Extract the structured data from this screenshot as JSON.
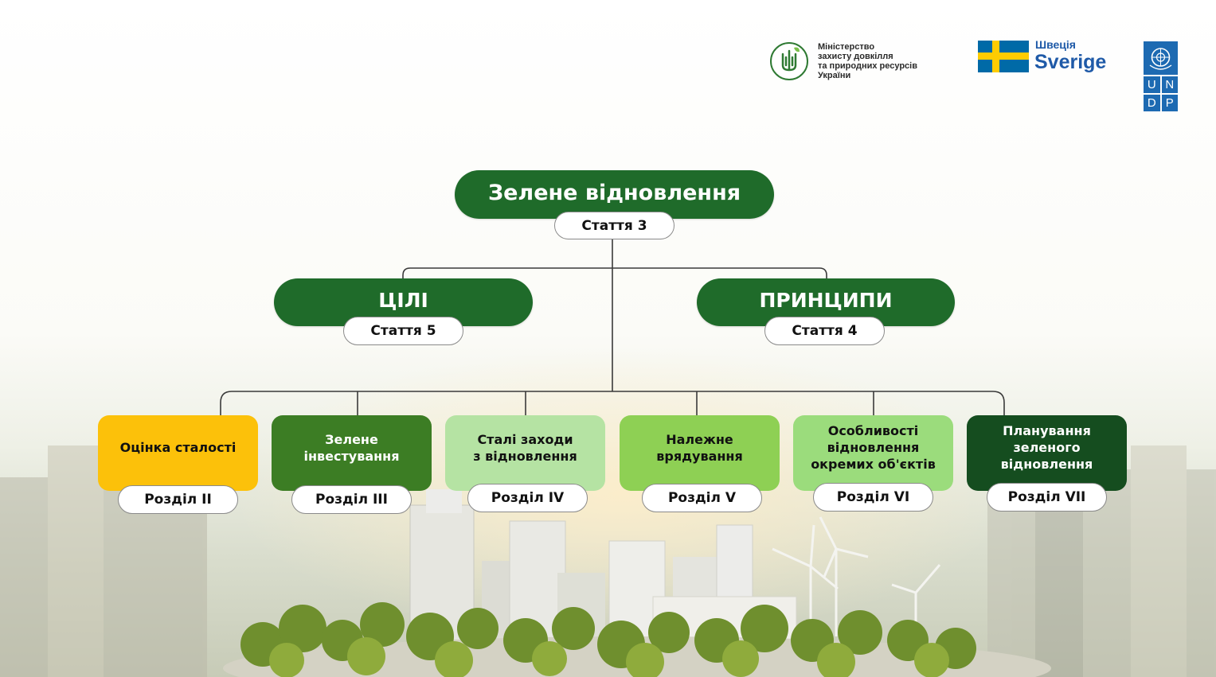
{
  "header": {
    "ministry_name": "Міністерство\nзахисту довкілля\nта природних ресурсів\nУкраїни",
    "sweden_label_uk": "Швеція",
    "sweden_label_se": "Sverige",
    "undp_letters": [
      "U",
      "N",
      "D",
      "P"
    ]
  },
  "diagram": {
    "root": {
      "title": "Зелене відновлення",
      "ref": "Стаття 3"
    },
    "goals": {
      "title": "ЦІЛІ",
      "ref": "Стаття 5"
    },
    "principles": {
      "title": "ПРИНЦИПИ",
      "ref": "Стаття 4"
    },
    "sections": [
      {
        "title": "Оцінка сталості",
        "ref": "Розділ II",
        "color": "#fcc10a",
        "text_color": "#111111"
      },
      {
        "title": "Зелене\nінвестування",
        "ref": "Розділ III",
        "color": "#3c7d24",
        "text_color": "#ffffff"
      },
      {
        "title": "Сталі заходи\nз відновлення",
        "ref": "Розділ IV",
        "color": "#b5e3a3",
        "text_color": "#111111"
      },
      {
        "title": "Належне\nврядування",
        "ref": "Розділ V",
        "color": "#8ed054",
        "text_color": "#111111"
      },
      {
        "title": "Особливості\nвідновлення\nокремих об'єктів",
        "ref": "Розділ VI",
        "color": "#9bdc7c",
        "text_color": "#111111"
      },
      {
        "title": "Планування\nзеленого\nвідновлення",
        "ref": "Розділ VII",
        "color": "#154d1f",
        "text_color": "#ffffff"
      }
    ]
  },
  "colors": {
    "primary_green": "#1f6b2a",
    "connector": "#3a3a3a",
    "sweden_blue": "#006aa7",
    "sweden_yellow": "#fecc02",
    "undp_blue": "#1d6ab2"
  }
}
